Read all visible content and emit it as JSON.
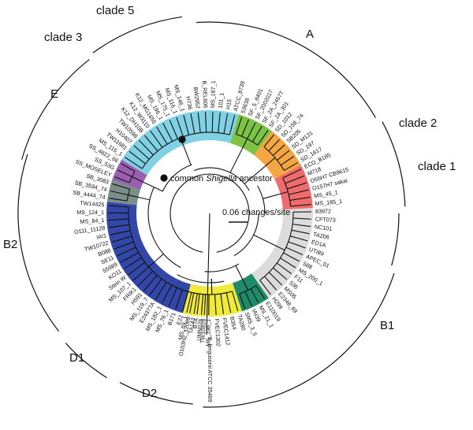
{
  "figure": {
    "scale_label": "0.06 changes/site",
    "ancestor_label_prefix": "common ",
    "ancestor_label_genus": "Shigella",
    "ancestor_label_suffix": " ancestor",
    "outgroup_label": "E. fergusonii ATCC 35469"
  },
  "clade_labels": [
    {
      "text": "clade 5"
    },
    {
      "text": "clade 3"
    },
    {
      "text": "A"
    },
    {
      "text": "clade 2"
    },
    {
      "text": "clade 1"
    },
    {
      "text": "E"
    },
    {
      "text": "B2"
    },
    {
      "text": "B1"
    },
    {
      "text": "D1"
    },
    {
      "text": "D2"
    }
  ],
  "colors": {
    "A": "#7fd1e3",
    "clade1_purple": "#9a5fb0",
    "clade1_gray": "#7a8e8a",
    "B1": "#3347a8",
    "D2": "#f2ea3a",
    "D1": "#1e8a6a",
    "B2": "#dcdcdc",
    "E": "#ef6b6e",
    "clade3": "#f5a640",
    "clade5": "#7cc243"
  },
  "tips": [
    {
      "label": "TW10828",
      "group": "B1"
    },
    {
      "label": "B7A",
      "group": "B1"
    },
    {
      "label": "O103H2_12009",
      "group": "B1"
    },
    {
      "label": "E22",
      "group": "B1"
    },
    {
      "label": "B171",
      "group": "B1"
    },
    {
      "label": "MS_78_1",
      "group": "B1"
    },
    {
      "label": "MS_182_1",
      "group": "B1"
    },
    {
      "label": "E24377A",
      "group": "B1"
    },
    {
      "label": "MS_119_7",
      "group": "B1"
    },
    {
      "label": "H591",
      "group": "B1"
    },
    {
      "label": "FRIK1",
      "group": "B1"
    },
    {
      "label": "MS_107_1",
      "group": "B1"
    },
    {
      "label": "Stein W",
      "group": "B1"
    },
    {
      "label": "KO11",
      "group": "B1"
    },
    {
      "label": "55989",
      "group": "B1"
    },
    {
      "label": "SE11",
      "group": "B1"
    },
    {
      "label": "B088",
      "group": "B1"
    },
    {
      "label": "TW10722",
      "group": "B1"
    },
    {
      "label": "IAI1",
      "group": "B1"
    },
    {
      "label": "O111_11128",
      "group": "B1"
    },
    {
      "label": "MS_84_1",
      "group": "B1"
    },
    {
      "label": "MS_124_1",
      "group": "B1"
    },
    {
      "label": "TW14425",
      "group": "B1"
    },
    {
      "label": "SB_4444_74",
      "group": "clade1_gray"
    },
    {
      "label": "SB_3594_74",
      "group": "clade1_gray"
    },
    {
      "label": "SB_3083",
      "group": "clade1_gray"
    },
    {
      "label": "SS_MOSELEY",
      "group": "clade1_purple"
    },
    {
      "label": "SS_53G",
      "group": "clade1_purple"
    },
    {
      "label": "SS_4822_66",
      "group": "clade1_purple"
    },
    {
      "label": "MS_115_1",
      "group": "A"
    },
    {
      "label": "TW11681",
      "group": "A"
    },
    {
      "label": "H10407",
      "group": "A"
    },
    {
      "label": "TW10598",
      "group": "A"
    },
    {
      "label": "K12_DH10B",
      "group": "A"
    },
    {
      "label": "K12_W3110",
      "group": "A"
    },
    {
      "label": "K12_MG1655",
      "group": "A"
    },
    {
      "label": "MS_196_1",
      "group": "A"
    },
    {
      "label": "MS_175_1",
      "group": "A"
    },
    {
      "label": "MS_116_1",
      "group": "A"
    },
    {
      "label": "MS_146_1",
      "group": "A"
    },
    {
      "label": "H736",
      "group": "A"
    },
    {
      "label": "BW2952",
      "group": "A"
    },
    {
      "label": "B_REL606",
      "group": "A"
    },
    {
      "label": "MS_187_1",
      "group": "A"
    },
    {
      "label": "101_1",
      "group": "A"
    },
    {
      "label": "H15",
      "group": "A"
    },
    {
      "label": "ATCC_8739",
      "group": "A"
    },
    {
      "label": "53638",
      "group": "clade5"
    },
    {
      "label": "SF_5_8401",
      "group": "clade5"
    },
    {
      "label": "SF_2002017",
      "group": "clade5"
    },
    {
      "label": "SF_2A_2457T",
      "group": "clade5"
    },
    {
      "label": "SF_2A_301",
      "group": "clade5"
    },
    {
      "label": "SD_1012",
      "group": "clade3"
    },
    {
      "label": "SD_158_74",
      "group": "clade3"
    },
    {
      "label": "SB205",
      "group": "clade3"
    },
    {
      "label": "SD_M131",
      "group": "clade3"
    },
    {
      "label": "SD_197",
      "group": "clade3"
    },
    {
      "label": "SD_1617",
      "group": "clade3"
    },
    {
      "label": "ECO_B185",
      "group": "E"
    },
    {
      "label": "M718",
      "group": "E"
    },
    {
      "label": "O55H7 CB9615",
      "group": "E"
    },
    {
      "label": "O157H7 sakai",
      "group": "E"
    },
    {
      "label": "MS_45_1",
      "group": "E"
    },
    {
      "label": "MS_185_1",
      "group": "E"
    },
    {
      "label": "83972",
      "group": "B2"
    },
    {
      "label": "CFT073",
      "group": "B2"
    },
    {
      "label": "NC101",
      "group": "B2"
    },
    {
      "label": "TA206",
      "group": "B2"
    },
    {
      "label": "ED1A",
      "group": "B2"
    },
    {
      "label": "UTI89",
      "group": "B2"
    },
    {
      "label": "APEC_01",
      "group": "B2"
    },
    {
      "label": "S88",
      "group": "B2"
    },
    {
      "label": "MS_200_1",
      "group": "B2"
    },
    {
      "label": "F11",
      "group": "B2"
    },
    {
      "label": "536",
      "group": "B2"
    },
    {
      "label": "MS05",
      "group": "B2"
    },
    {
      "label": "E2348_69",
      "group": "B2"
    },
    {
      "label": "H299",
      "group": "B2"
    },
    {
      "label": "E110019",
      "group": "D1"
    },
    {
      "label": "MS_21_1",
      "group": "D1"
    },
    {
      "label": "IAI39",
      "group": "D1"
    },
    {
      "label": "SMS_3_5",
      "group": "D1"
    },
    {
      "label": "TA280",
      "group": "D2"
    },
    {
      "label": "B354",
      "group": "D2"
    },
    {
      "label": "FVEC1412",
      "group": "D2"
    },
    {
      "label": "FVEC1302",
      "group": "D2"
    },
    {
      "label": "MS_198_1",
      "group": "D2"
    },
    {
      "label": "UMN026",
      "group": "D2"
    },
    {
      "label": "TA143",
      "group": "D2"
    },
    {
      "label": "MS_69_1",
      "group": "D2"
    }
  ]
}
